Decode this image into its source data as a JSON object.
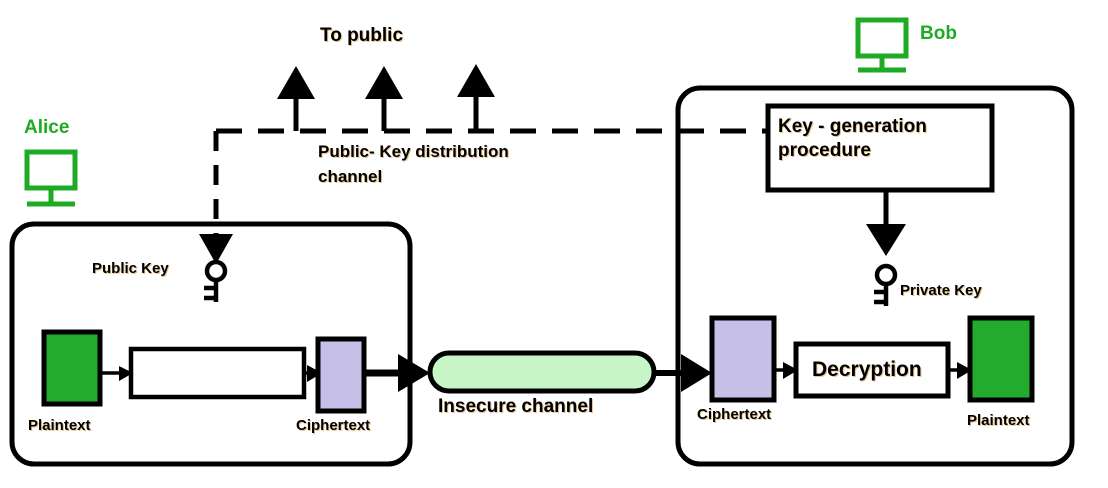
{
  "diagram": {
    "title": "Public-Key Cryptography (Confidentiality) Diagram",
    "type": "public-key-encryption-flow"
  },
  "colors": {
    "plaintext_fill": "#22ab2c",
    "ciphertext_fill": "#c6c0e8",
    "channel_fill": "#c8f5c8",
    "actor_green": "#1eab23",
    "stroke": "#000000",
    "background": "#ffffff",
    "label_shadow": "#d6912e"
  },
  "public_channel": {
    "to_public_label": "To public",
    "distribution_label_line1": "Public- Key distribution",
    "distribution_label_line2": "channel",
    "arrow_count": 3
  },
  "alice": {
    "actor_label": "Alice",
    "icon": "computer-monitor-icon",
    "key_label": "Public Key",
    "key_icon": "key-icon",
    "plaintext_label": "Plaintext",
    "encryption_label": "",
    "ciphertext_label": "Ciphertext"
  },
  "bob": {
    "actor_label": "Bob",
    "icon": "computer-monitor-icon",
    "keygen_label_line1": "Key - generation",
    "keygen_label_line2": "procedure",
    "key_label": "Private Key",
    "key_icon": "key-icon",
    "ciphertext_label": "Ciphertext",
    "decryption_label": "Decryption",
    "plaintext_label": "Plaintext"
  },
  "channel": {
    "label": "Insecure channel"
  }
}
